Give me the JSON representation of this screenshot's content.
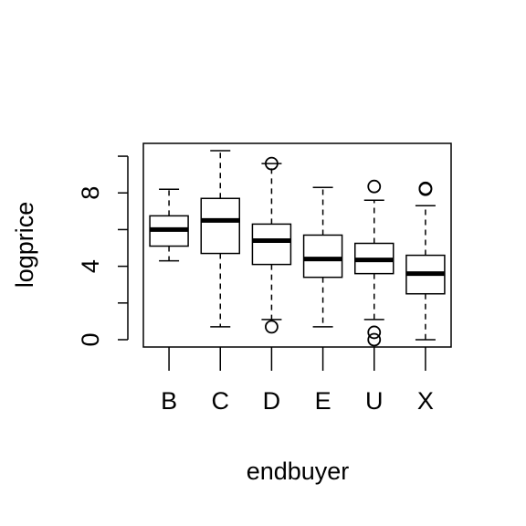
{
  "chart_data": {
    "type": "boxplot",
    "title": "",
    "xlabel": "endbuyer",
    "ylabel": "logprice",
    "categories": [
      "B",
      "C",
      "D",
      "E",
      "U",
      "X"
    ],
    "ylim": [
      -0.4,
      10.7
    ],
    "yticks": [
      0,
      2,
      4,
      6,
      8,
      10
    ],
    "ytick_labels": [
      "0",
      "",
      "4",
      "",
      "8",
      ""
    ],
    "grid": false,
    "boxes": [
      {
        "category": "B",
        "whisker_low": 4.3,
        "q1": 5.1,
        "median": 6.0,
        "q3": 6.75,
        "whisker_high": 8.2,
        "outliers": []
      },
      {
        "category": "C",
        "whisker_low": 0.7,
        "q1": 4.7,
        "median": 6.5,
        "q3": 7.7,
        "whisker_high": 10.3,
        "outliers": []
      },
      {
        "category": "D",
        "whisker_low": 1.1,
        "q1": 4.1,
        "median": 5.4,
        "q3": 6.3,
        "whisker_high": 9.6,
        "outliers": [
          0.7,
          9.6
        ]
      },
      {
        "category": "E",
        "whisker_low": 0.7,
        "q1": 3.4,
        "median": 4.4,
        "q3": 5.7,
        "whisker_high": 8.3,
        "outliers": []
      },
      {
        "category": "U",
        "whisker_low": 1.1,
        "q1": 3.6,
        "median": 4.35,
        "q3": 5.25,
        "whisker_high": 7.6,
        "outliers": [
          0.0,
          0.4,
          8.35
        ]
      },
      {
        "category": "X",
        "whisker_low": 0.0,
        "q1": 2.5,
        "median": 3.6,
        "q3": 4.6,
        "whisker_high": 7.3,
        "outliers": [
          8.2,
          8.25
        ]
      }
    ]
  }
}
